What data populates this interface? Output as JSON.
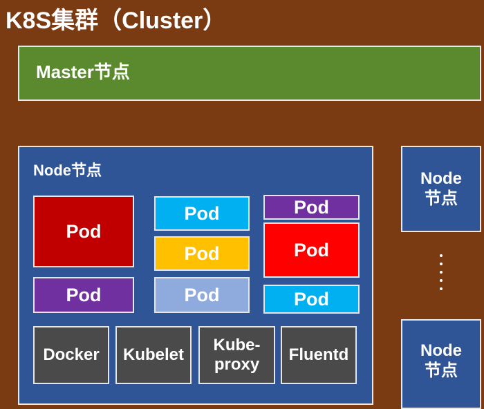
{
  "cluster": {
    "title": "K8S集群（Cluster）"
  },
  "master": {
    "label": "Master节点"
  },
  "node_main": {
    "label": "Node节点",
    "pods": [
      {
        "label": "Pod",
        "color": "#c00000"
      },
      {
        "label": "Pod",
        "color": "#7030a0"
      },
      {
        "label": "Pod",
        "color": "#00b0f0"
      },
      {
        "label": "Pod",
        "color": "#ffc000"
      },
      {
        "label": "Pod",
        "color": "#8faadc"
      },
      {
        "label": "Pod",
        "color": "#7030a0"
      },
      {
        "label": "Pod",
        "color": "#ff0000"
      },
      {
        "label": "Pod",
        "color": "#00b0f0"
      }
    ],
    "components": [
      {
        "label": "Docker"
      },
      {
        "label": "Kubelet"
      },
      {
        "label": "Kube-proxy",
        "line1": "Kube-",
        "line2": "proxy"
      },
      {
        "label": "Fluentd"
      }
    ]
  },
  "node_side": [
    {
      "line1": "Node",
      "line2": "节点"
    },
    {
      "line1": "Node",
      "line2": "节点"
    }
  ],
  "colors": {
    "cluster_bg": "#7a3a12",
    "master_bg": "#5b8a2e",
    "node_bg": "#2f5597",
    "component_bg": "#4a4a4a"
  }
}
